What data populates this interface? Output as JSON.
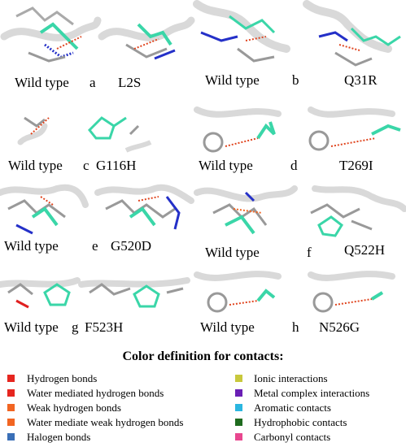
{
  "panels": [
    {
      "letter": "a",
      "wild": "Wild type",
      "mutant": "L2S"
    },
    {
      "letter": "b",
      "wild": "Wild type",
      "mutant": "Q31R"
    },
    {
      "letter": "c",
      "wild": "Wild type",
      "mutant": "G116H"
    },
    {
      "letter": "d",
      "wild": "Wild type",
      "mutant": "T269I"
    },
    {
      "letter": "e",
      "wild": "Wild type",
      "mutant": "G520D"
    },
    {
      "letter": "f",
      "wild": "Wild type",
      "mutant": "Q522H"
    },
    {
      "letter": "g",
      "wild": "Wild type",
      "mutant": "F523H"
    },
    {
      "letter": "h",
      "wild": "Wild type",
      "mutant": "N526G"
    }
  ],
  "legend": {
    "title": "Color definition for contacts:",
    "left": [
      {
        "label": "Hydrogen bonds",
        "color": "#e6261f"
      },
      {
        "label": "Water mediated hydrogen bonds",
        "color": "#e6261f"
      },
      {
        "label": "Weak hydrogen bonds",
        "color": "#f26522"
      },
      {
        "label": "Water mediate weak hydrogen bonds",
        "color": "#f26522"
      },
      {
        "label": "Halogen bonds",
        "color": "#3a6fb7"
      }
    ],
    "right": [
      {
        "label": "Ionic interactions",
        "color": "#c8c83c"
      },
      {
        "label": "Metal complex interactions",
        "color": "#6a1fb5"
      },
      {
        "label": "Aromatic contacts",
        "color": "#2bb6e0"
      },
      {
        "label": "Hydrophobic contacts",
        "color": "#1f6b1f"
      },
      {
        "label": "Carbonyl contacts",
        "color": "#e8478f"
      }
    ]
  },
  "colors": {
    "mutant": "#3ad6a8",
    "ribbon": "#d9d9d9",
    "carbon": "#bdbdbd",
    "nitrogen": "#2430c8",
    "oxygen": "#e02020",
    "contact": "#e0451f"
  }
}
